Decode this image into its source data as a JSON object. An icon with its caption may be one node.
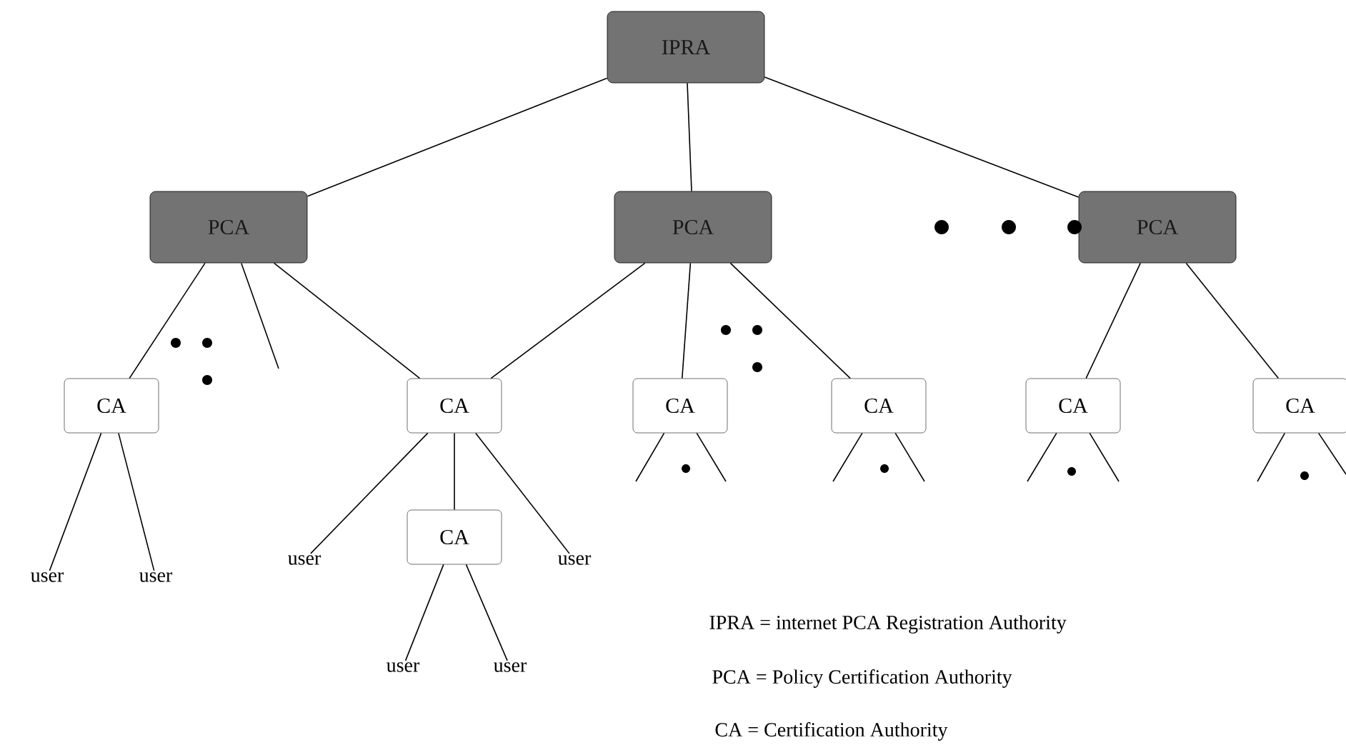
{
  "diagram": {
    "nodes": [
      {
        "text": [
          "IPRA"
        ]
      },
      {
        "text": [
          "PCA"
        ]
      },
      {
        "text": [
          "PCA"
        ]
      },
      {
        "text": [
          "PCA"
        ]
      },
      {
        "text": [
          "CA"
        ]
      },
      {
        "text": [
          "CA"
        ]
      },
      {
        "text": [
          "CA"
        ]
      },
      {
        "text": [
          "CA"
        ]
      },
      {
        "text": [
          "CA"
        ]
      },
      {
        "text": [
          "CA"
        ]
      },
      {
        "text": [
          "user"
        ]
      },
      {
        "text": [
          "user"
        ]
      },
      {
        "text": [
          "user"
        ]
      },
      {
        "text": [
          "CA"
        ]
      },
      {
        "text": [
          "user"
        ]
      },
      {
        "text": [
          "user"
        ]
      },
      {
        "text": [
          "user"
        ]
      }
    ],
    "edges": [
      {
        "from": 0,
        "to": 1,
        "arrow": "none"
      },
      {
        "from": 0,
        "to": 2,
        "arrow": "none"
      },
      {
        "from": 0,
        "to": 3,
        "arrow": "none"
      },
      {
        "from": 1,
        "to": 4,
        "arrow": "none"
      },
      {
        "from": 1,
        "to": null,
        "arrow": "none"
      },
      {
        "from": 1,
        "to": 5,
        "arrow": "none"
      },
      {
        "from": 2,
        "to": 5,
        "arrow": "none"
      },
      {
        "from": 2,
        "to": 6,
        "arrow": "none"
      },
      {
        "from": 2,
        "to": 7,
        "arrow": "none"
      },
      {
        "from": 3,
        "to": 8,
        "arrow": "none"
      },
      {
        "from": 3,
        "to": 9,
        "arrow": "none"
      },
      {
        "from": 4,
        "to": 10,
        "arrow": "none"
      },
      {
        "from": 4,
        "to": 11,
        "arrow": "none"
      },
      {
        "from": 5,
        "to": 12,
        "arrow": "none"
      },
      {
        "from": 5,
        "to": 13,
        "arrow": "none"
      },
      {
        "from": 5,
        "to": 14,
        "arrow": "none"
      },
      {
        "from": 13,
        "to": 15,
        "arrow": "none"
      },
      {
        "from": 13,
        "to": 16,
        "arrow": "none"
      },
      {
        "from": 6,
        "to": null,
        "arrow": "none"
      },
      {
        "from": 6,
        "to": null,
        "arrow": "none"
      },
      {
        "from": 7,
        "to": null,
        "arrow": "none"
      },
      {
        "from": 7,
        "to": null,
        "arrow": "none"
      },
      {
        "from": 8,
        "to": null,
        "arrow": "none"
      },
      {
        "from": 8,
        "to": null,
        "arrow": "none"
      },
      {
        "from": 9,
        "to": null,
        "arrow": "none"
      },
      {
        "from": 9,
        "to": null,
        "arrow": "none"
      }
    ],
    "labels": [
      "IPRA = internet PCA Registration Authority",
      "PCA = Policy Certification Authority",
      "CA  = Certification Authority"
    ]
  }
}
